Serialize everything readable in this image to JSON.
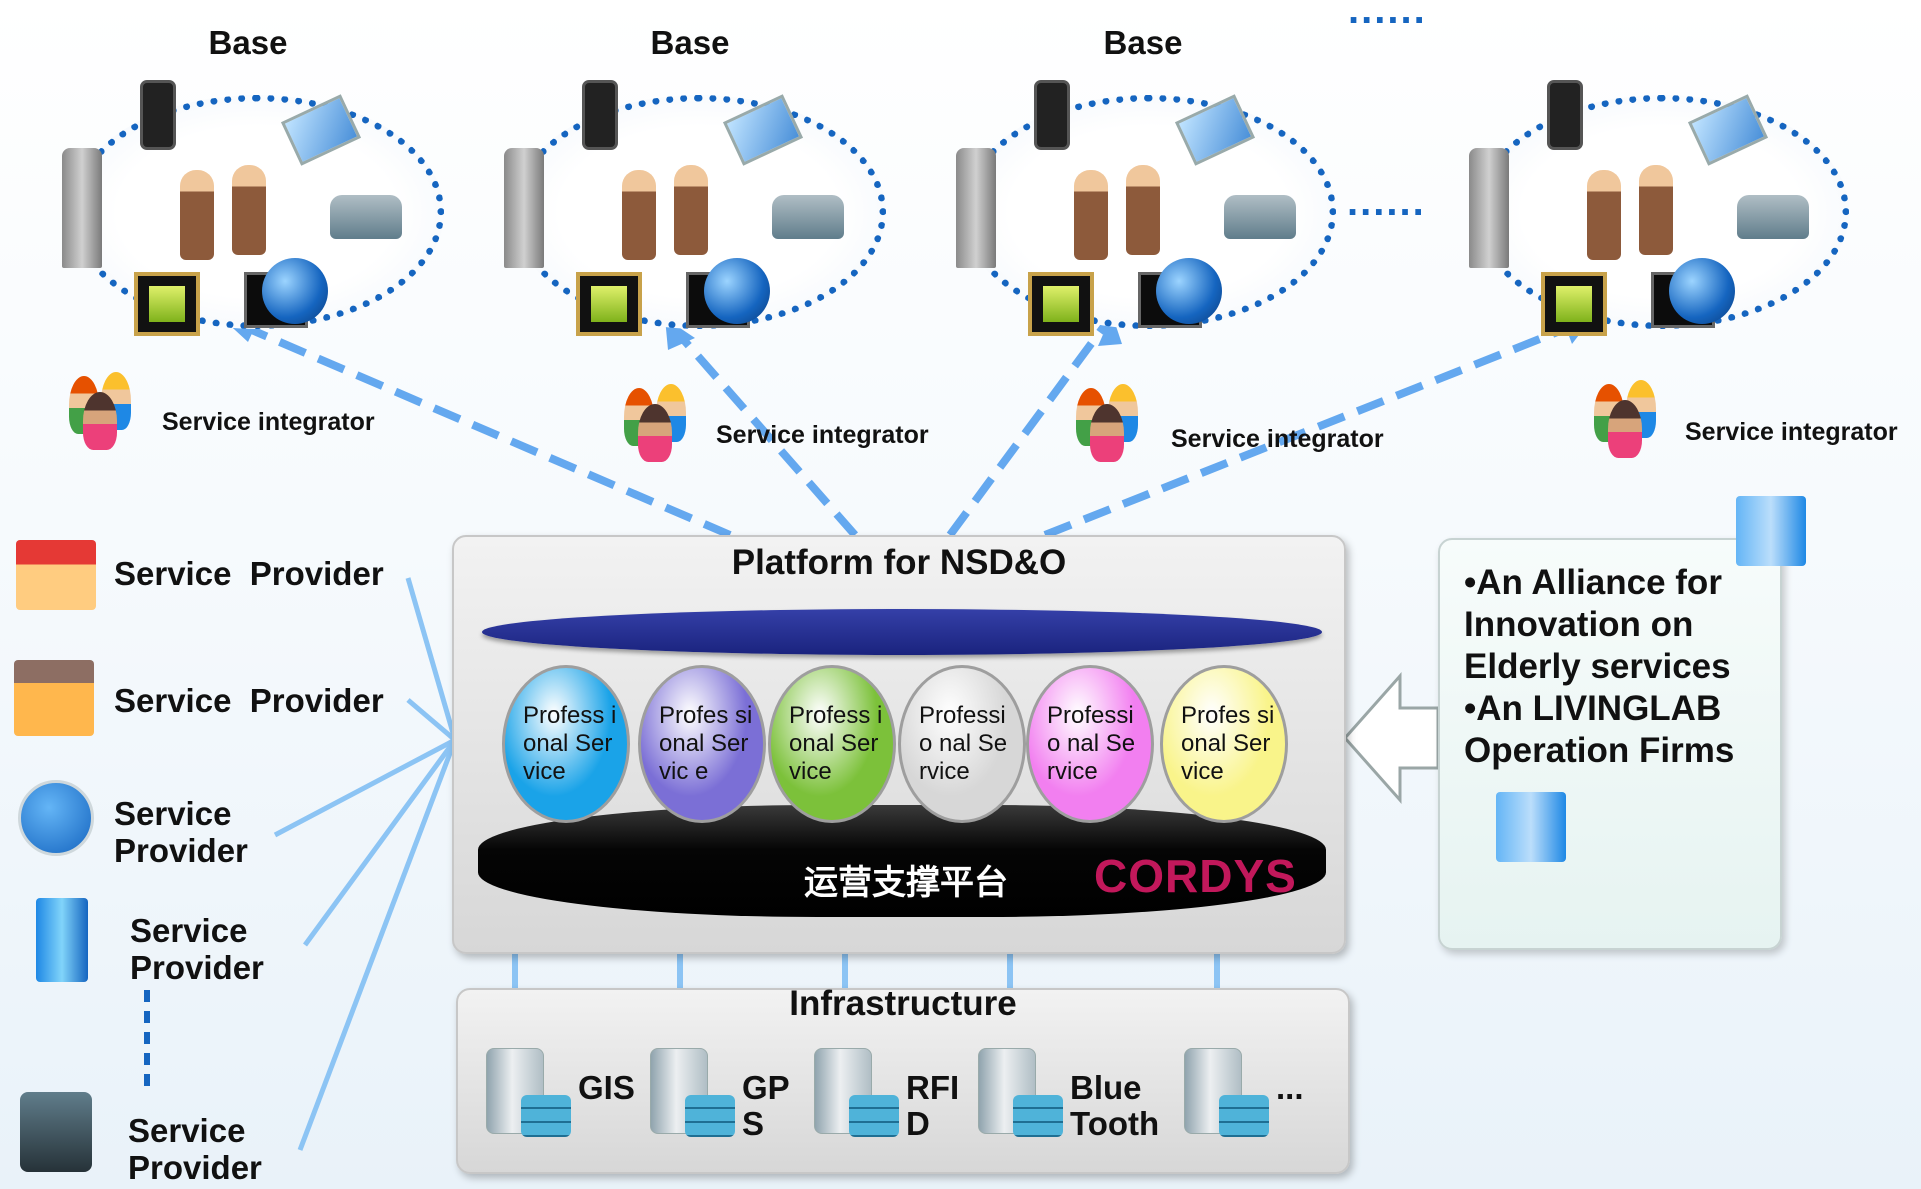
{
  "top": {
    "bases": [
      {
        "title": "Base"
      },
      {
        "title": "Base"
      },
      {
        "title": "Base"
      },
      {
        "title": ""
      }
    ],
    "ellipsis_top": "......",
    "ellipsis_mid": "......",
    "integrators": [
      {
        "label": "Service integrator"
      },
      {
        "label": "Service integrator"
      },
      {
        "label": "Service integrator"
      },
      {
        "label": "Service integrator"
      }
    ]
  },
  "providers": [
    {
      "label": "Service  Provider",
      "icon": "clinic-icon"
    },
    {
      "label": "Service  Provider",
      "icon": "shop-icon"
    },
    {
      "label": "Service\nProvider",
      "icon": "restaurant-icon"
    },
    {
      "label": "Service\nProvider",
      "icon": "office-building-icon"
    },
    {
      "label": "Service\nProvider",
      "icon": "tools-icon"
    }
  ],
  "platform": {
    "title": "Platform for NSD&O",
    "services": [
      {
        "label": "Profess ional Service",
        "color": "#1aa3e8"
      },
      {
        "label": "Profes sional Servic e",
        "color": "#7b6fd6"
      },
      {
        "label": "Profess ional Service",
        "color": "#7cc13a"
      },
      {
        "label": "Professio nal Service",
        "color": "#d7d7d7"
      },
      {
        "label": "Professio nal Service",
        "color": "#f27ff0"
      },
      {
        "label": "Profes sional Service",
        "color": "#f9f48a"
      }
    ],
    "cn_label": "运营支撑平台",
    "brand": "CORDYS"
  },
  "infrastructure": {
    "title": "Infrastructure",
    "items": [
      {
        "label": "GIS"
      },
      {
        "label": "GP\nS"
      },
      {
        "label": "RFI\nD"
      },
      {
        "label": "Blue\nTooth"
      },
      {
        "label": "..."
      }
    ]
  },
  "alliance": {
    "lines": [
      "•An Alliance for",
      "Innovation on",
      "Elderly services",
      "•An LIVINGLAB",
      "Operation Firms"
    ]
  },
  "colors": {
    "dotted_border": "#1565c0",
    "arrow_dashed": "#64a8ef",
    "connector": "#8cc4f4",
    "brand": "#c2185b"
  }
}
